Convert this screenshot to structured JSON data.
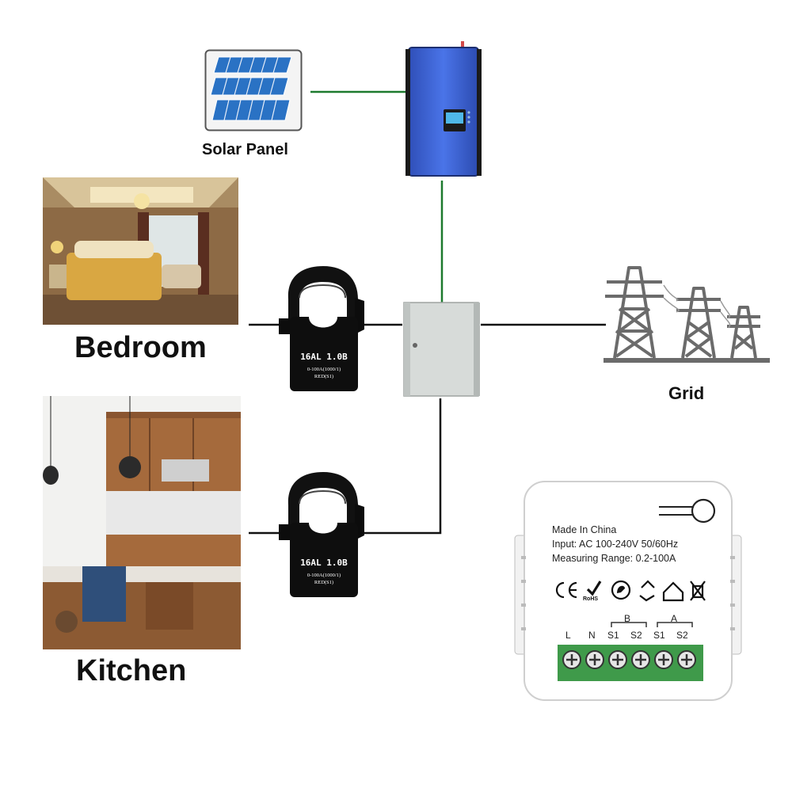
{
  "labels": {
    "solar_panel": "Solar Panel",
    "bedroom": "Bedroom",
    "kitchen": "Kitchen",
    "grid": "Grid"
  },
  "clamp_top": {
    "model": "16AL 1.0B",
    "range": "0-100A(1000/1)",
    "lead": "RED(S1)"
  },
  "clamp_bottom": {
    "model": "16AL 1.0B",
    "range": "0-100A(1000/1)",
    "lead": "RED(S1)"
  },
  "module": {
    "made_in": "Made In China",
    "input": "Input: AC 100-240V 50/60Hz",
    "measuring_range": "Measuring Range: 0.2-100A",
    "rohs": "RoHS",
    "group_b": "B",
    "group_a": "A",
    "terminals": [
      "L",
      "N",
      "S1",
      "S2",
      "S1",
      "S2"
    ]
  },
  "colors": {
    "inverter_blue": "#3a64d8",
    "solar_cell_blue": "#2a72c4",
    "wire_green": "#1d7a2e",
    "wire_black": "#111111",
    "terminal_green": "#3f9a4a",
    "tower_gray": "#6b6b6b"
  }
}
